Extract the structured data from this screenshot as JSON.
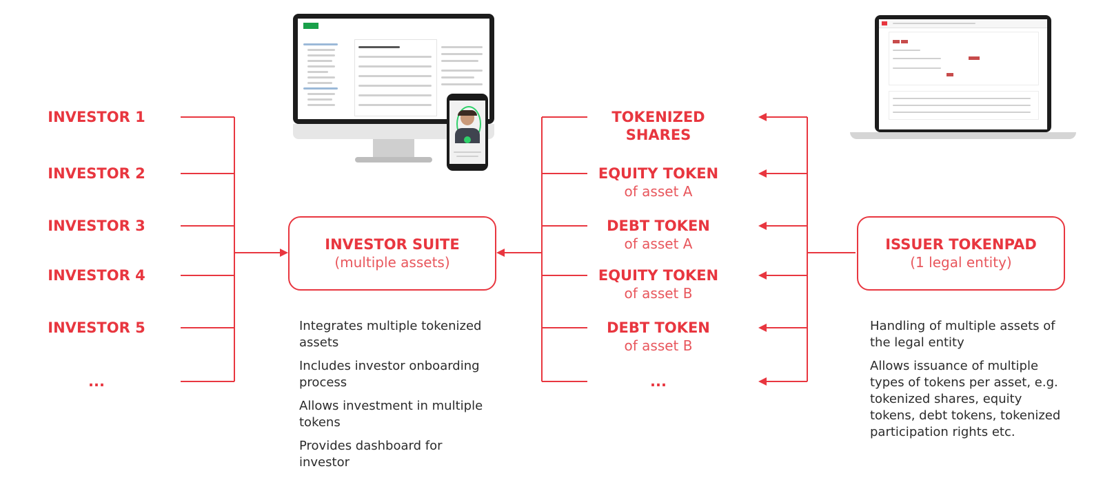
{
  "investors": [
    "INVESTOR 1",
    "INVESTOR 2",
    "INVESTOR 3",
    "INVESTOR 4",
    "INVESTOR 5",
    "..."
  ],
  "investor_suite": {
    "title": "INVESTOR SUITE",
    "subtitle": "(multiple assets)"
  },
  "tokens": [
    {
      "title": "TOKENIZED",
      "title2": "SHARES",
      "sub": ""
    },
    {
      "title": "EQUITY TOKEN",
      "title2": "",
      "sub": "of asset A"
    },
    {
      "title": "DEBT TOKEN",
      "title2": "",
      "sub": "of asset A"
    },
    {
      "title": "EQUITY TOKEN",
      "title2": "",
      "sub": "of asset B"
    },
    {
      "title": "DEBT TOKEN",
      "title2": "",
      "sub": "of asset B"
    },
    {
      "title": "...",
      "title2": "",
      "sub": ""
    }
  ],
  "issuer_tokenpad": {
    "title": "ISSUER TOKENPAD",
    "subtitle": "(1 legal entity)"
  },
  "suite_features": [
    "Integrates multiple tokenized assets",
    "Includes investor onboarding process",
    "Allows investment in multiple tokens",
    "Provides dashboard for investor"
  ],
  "tokenpad_features": [
    "Handling of multiple assets of the legal entity",
    "Allows issuance of multiple types of tokens per asset, e.g. tokenized shares, equity tokens, debt tokens, tokenized participation rights etc."
  ],
  "colors": {
    "accent": "#e8363f",
    "text": "#2b2b2b"
  }
}
